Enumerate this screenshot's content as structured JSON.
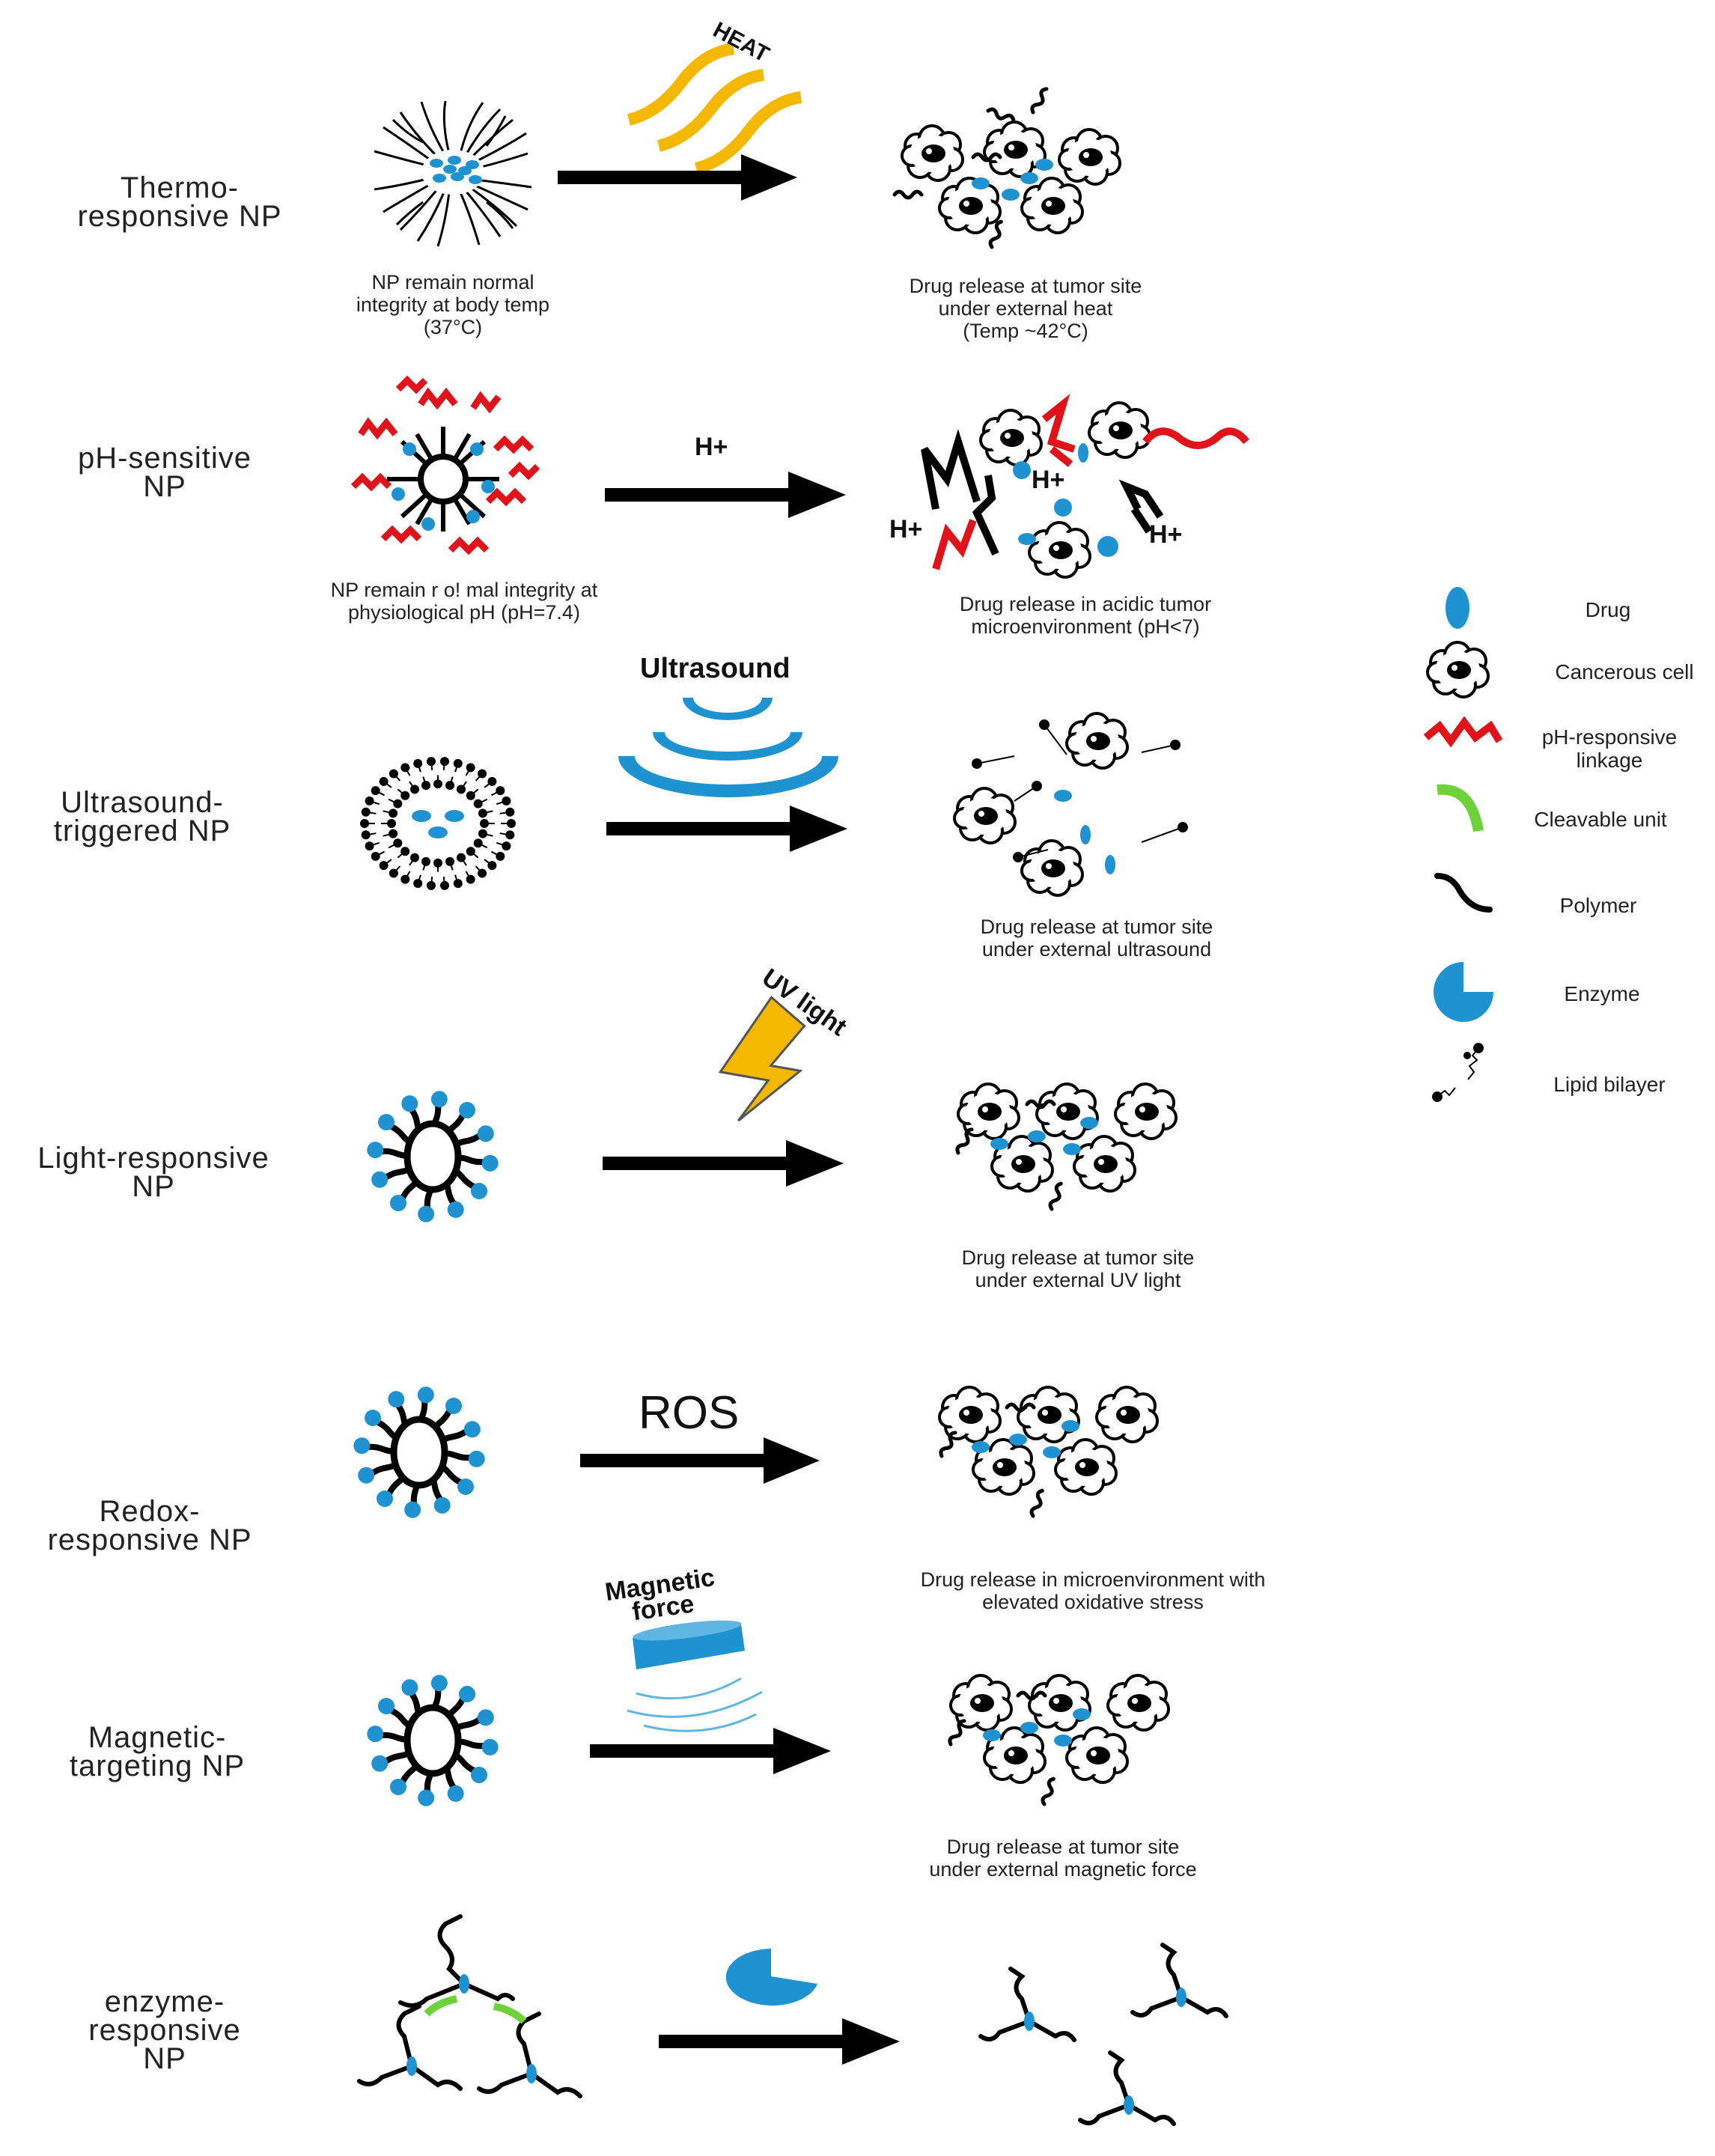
{
  "rows": [
    {
      "label_line1": "Thermo-",
      "label_line2": "responsive  NP",
      "before": [
        "NP remain normal",
        "integrity at body  temp",
        "(37°C)"
      ],
      "stimulus": "HEAT",
      "after": [
        "Drug release  at tumor site",
        "under external  heat",
        "(Temp ~42°C)"
      ]
    },
    {
      "label_line1": "pH-sensitive",
      "label_line2": "NP",
      "before": [
        "NP remain r o! mal integrity at",
        "physiological  pH (pH=7.4)"
      ],
      "stimulus": "H+",
      "after": [
        "Drug release  in acidic tumor",
        "microenvironment  (pH<7)"
      ],
      "ion_labels": [
        "H+",
        "H+",
        "H+"
      ]
    },
    {
      "label_line1": "Ultrasound-",
      "label_line2": "triggered NP",
      "before": [],
      "stimulus": "Ultrasound",
      "after": [
        "Drug release  at tumor site",
        "under external  ultrasound"
      ]
    },
    {
      "label_line1": "Light-responsive",
      "label_line2": "NP",
      "before": [],
      "stimulus": "UV light",
      "after": [
        "Drug release  at tumor site",
        "under external  UV light"
      ]
    },
    {
      "label_line1": "Redox-",
      "label_line2": "responsive  NP",
      "before": [],
      "stimulus": "ROS",
      "after": [
        "Drug release  in microenvironment  with",
        "elevated oxidative stress"
      ]
    },
    {
      "label_line1": "Magnetic-",
      "label_line2": "targeting NP",
      "before": [],
      "stimulus_line1": "Magnetic",
      "stimulus_line2": "force",
      "after": [
        "Drug release  at tumor site",
        "under external  magnetic force"
      ]
    },
    {
      "label_line1": "enzyme-",
      "label_line2": "responsive",
      "label_line3": "NP",
      "before": [],
      "after": []
    }
  ],
  "legend": [
    {
      "label": "Drug",
      "icon": "drug-ellipse"
    },
    {
      "label": "Cancerous cell",
      "icon": "cancer-cell"
    },
    {
      "label_line1": "pH-responsive",
      "label_line2": "linkage",
      "icon": "red-wave"
    },
    {
      "label": "Cleavable unit",
      "icon": "green-arc"
    },
    {
      "label": "Polymer",
      "icon": "black-squiggle"
    },
    {
      "label": "Enzyme",
      "icon": "pacman-enzyme"
    },
    {
      "label": "Lipid bilayer",
      "icon": "lipid-chain"
    }
  ],
  "colors": {
    "drug": "#1f93d1",
    "heat": "#f5b800",
    "linkage": "#e0131b",
    "cleavable": "#6cd13a",
    "ultrasound": "#1f93d1",
    "bolt": "#f5b800",
    "ink": "#000000"
  }
}
